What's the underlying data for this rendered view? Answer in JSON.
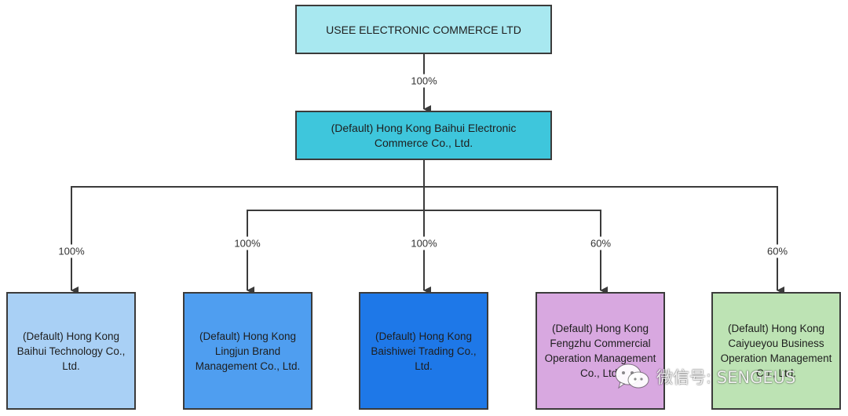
{
  "diagram": {
    "root": "USEE ELECTRONIC COMMERCE LTD",
    "root_to_mid_pct": "100%",
    "mid": "(Default) Hong Kong Baihui Electronic Commerce Co., Ltd.",
    "children": [
      {
        "label": "(Default) Hong Kong Baihui Technology Co., Ltd.",
        "pct": "100%",
        "color": "#a9d0f5"
      },
      {
        "label": "(Default) Hong Kong Lingjun Brand Management Co., Ltd.",
        "pct": "100%",
        "color": "#4f9ef0"
      },
      {
        "label": "(Default) Hong Kong Baishiwei Trading Co., Ltd.",
        "pct": "100%",
        "color": "#1e78e8"
      },
      {
        "label": "(Default) Hong Kong Fengzhu Commercial Operation Management Co., Ltd.",
        "pct": "60%",
        "color": "#d8a8e0"
      },
      {
        "label": "(Default) Hong Kong Caiyueyou Business Operation Management Co., Ltd.",
        "pct": "60%",
        "color": "#bde3b4"
      }
    ],
    "colors": {
      "root": "#a8e8f0",
      "mid": "#3ec6dc",
      "line": "#3b3b3b"
    }
  },
  "watermark": {
    "text": "微信号: SENGEUS",
    "icon": "wechat-icon"
  }
}
